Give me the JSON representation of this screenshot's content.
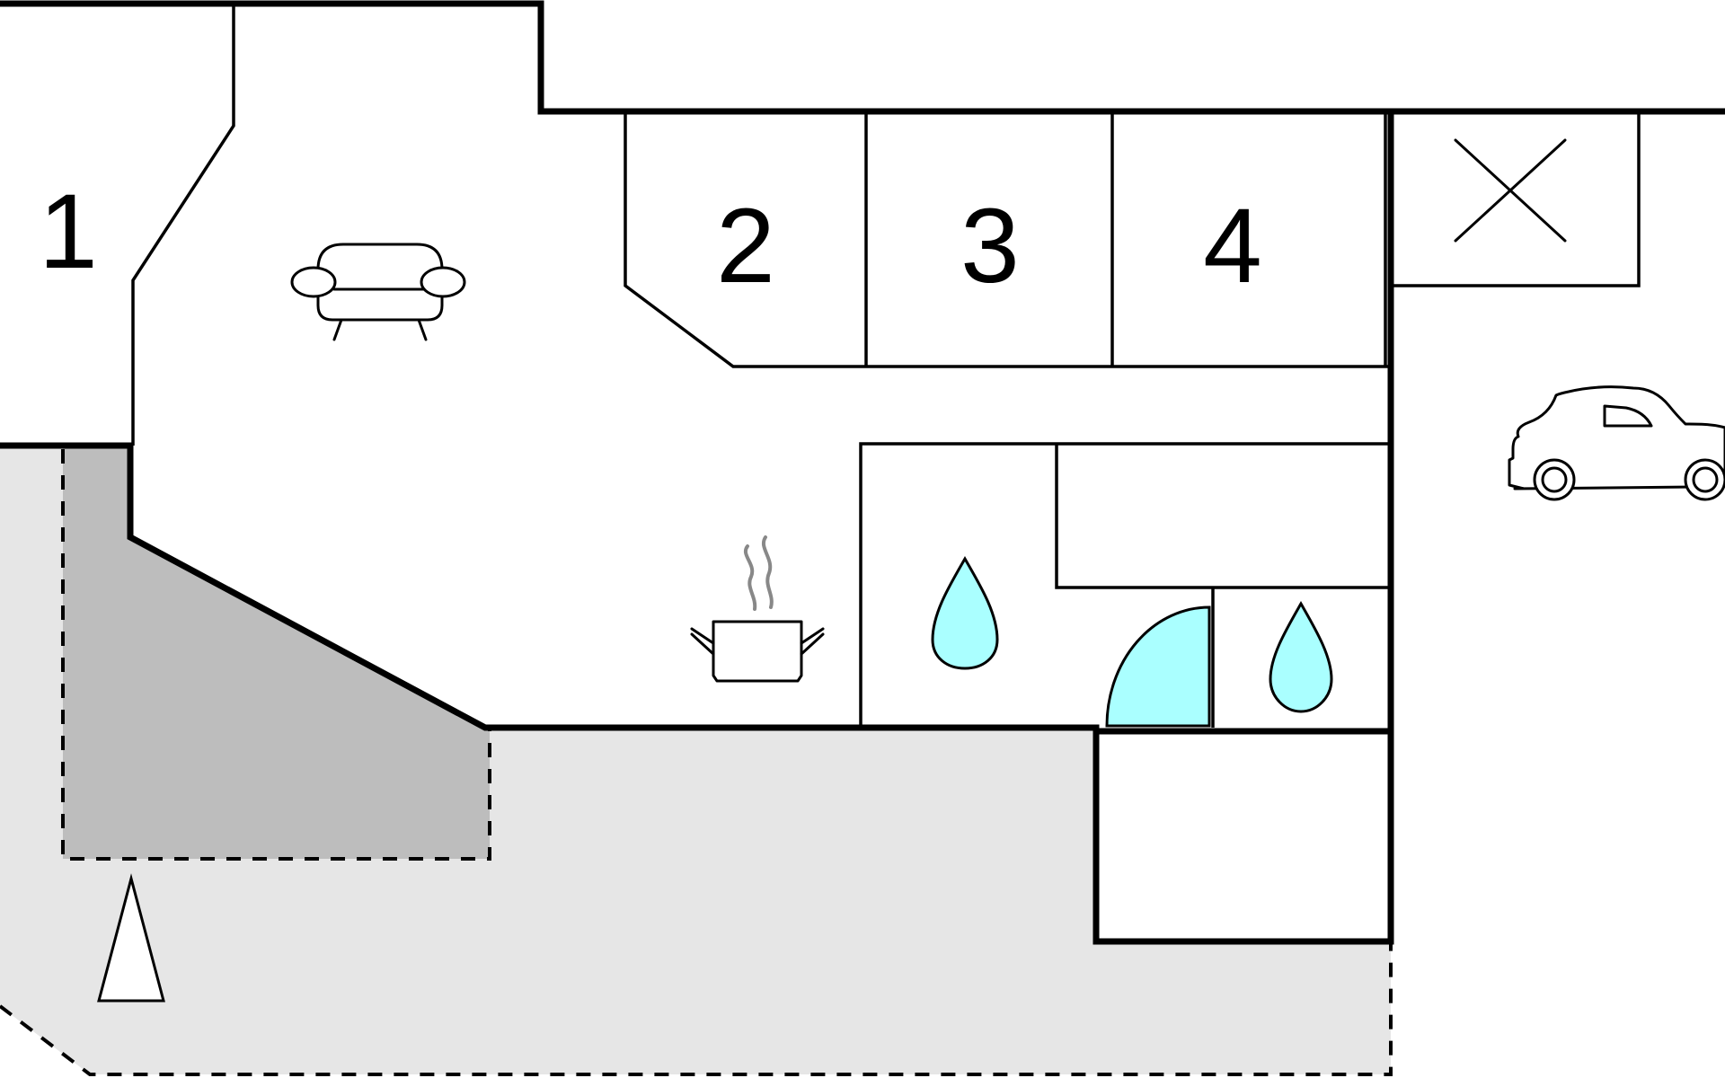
{
  "rooms": {
    "bedroom_1": "1",
    "bedroom_2": "2",
    "bedroom_3": "3",
    "bedroom_4": "4"
  },
  "colors": {
    "terrace_light": "#e6e6e6",
    "terrace_covered": "#bdbdbd",
    "water": "#aaffff",
    "steam": "#888888",
    "wall": "#000000",
    "background": "#ffffff"
  },
  "icons": {
    "living_room": "sofa-icon",
    "kitchen": "cooking-pot-icon",
    "bathroom_1": "water-drop-icon",
    "bathroom_2": "water-drop-icon",
    "shower": "shower-quarter-circle-icon",
    "parking": "car-icon",
    "storage": "cross-icon",
    "entrance": "entrance-triangle-icon"
  }
}
